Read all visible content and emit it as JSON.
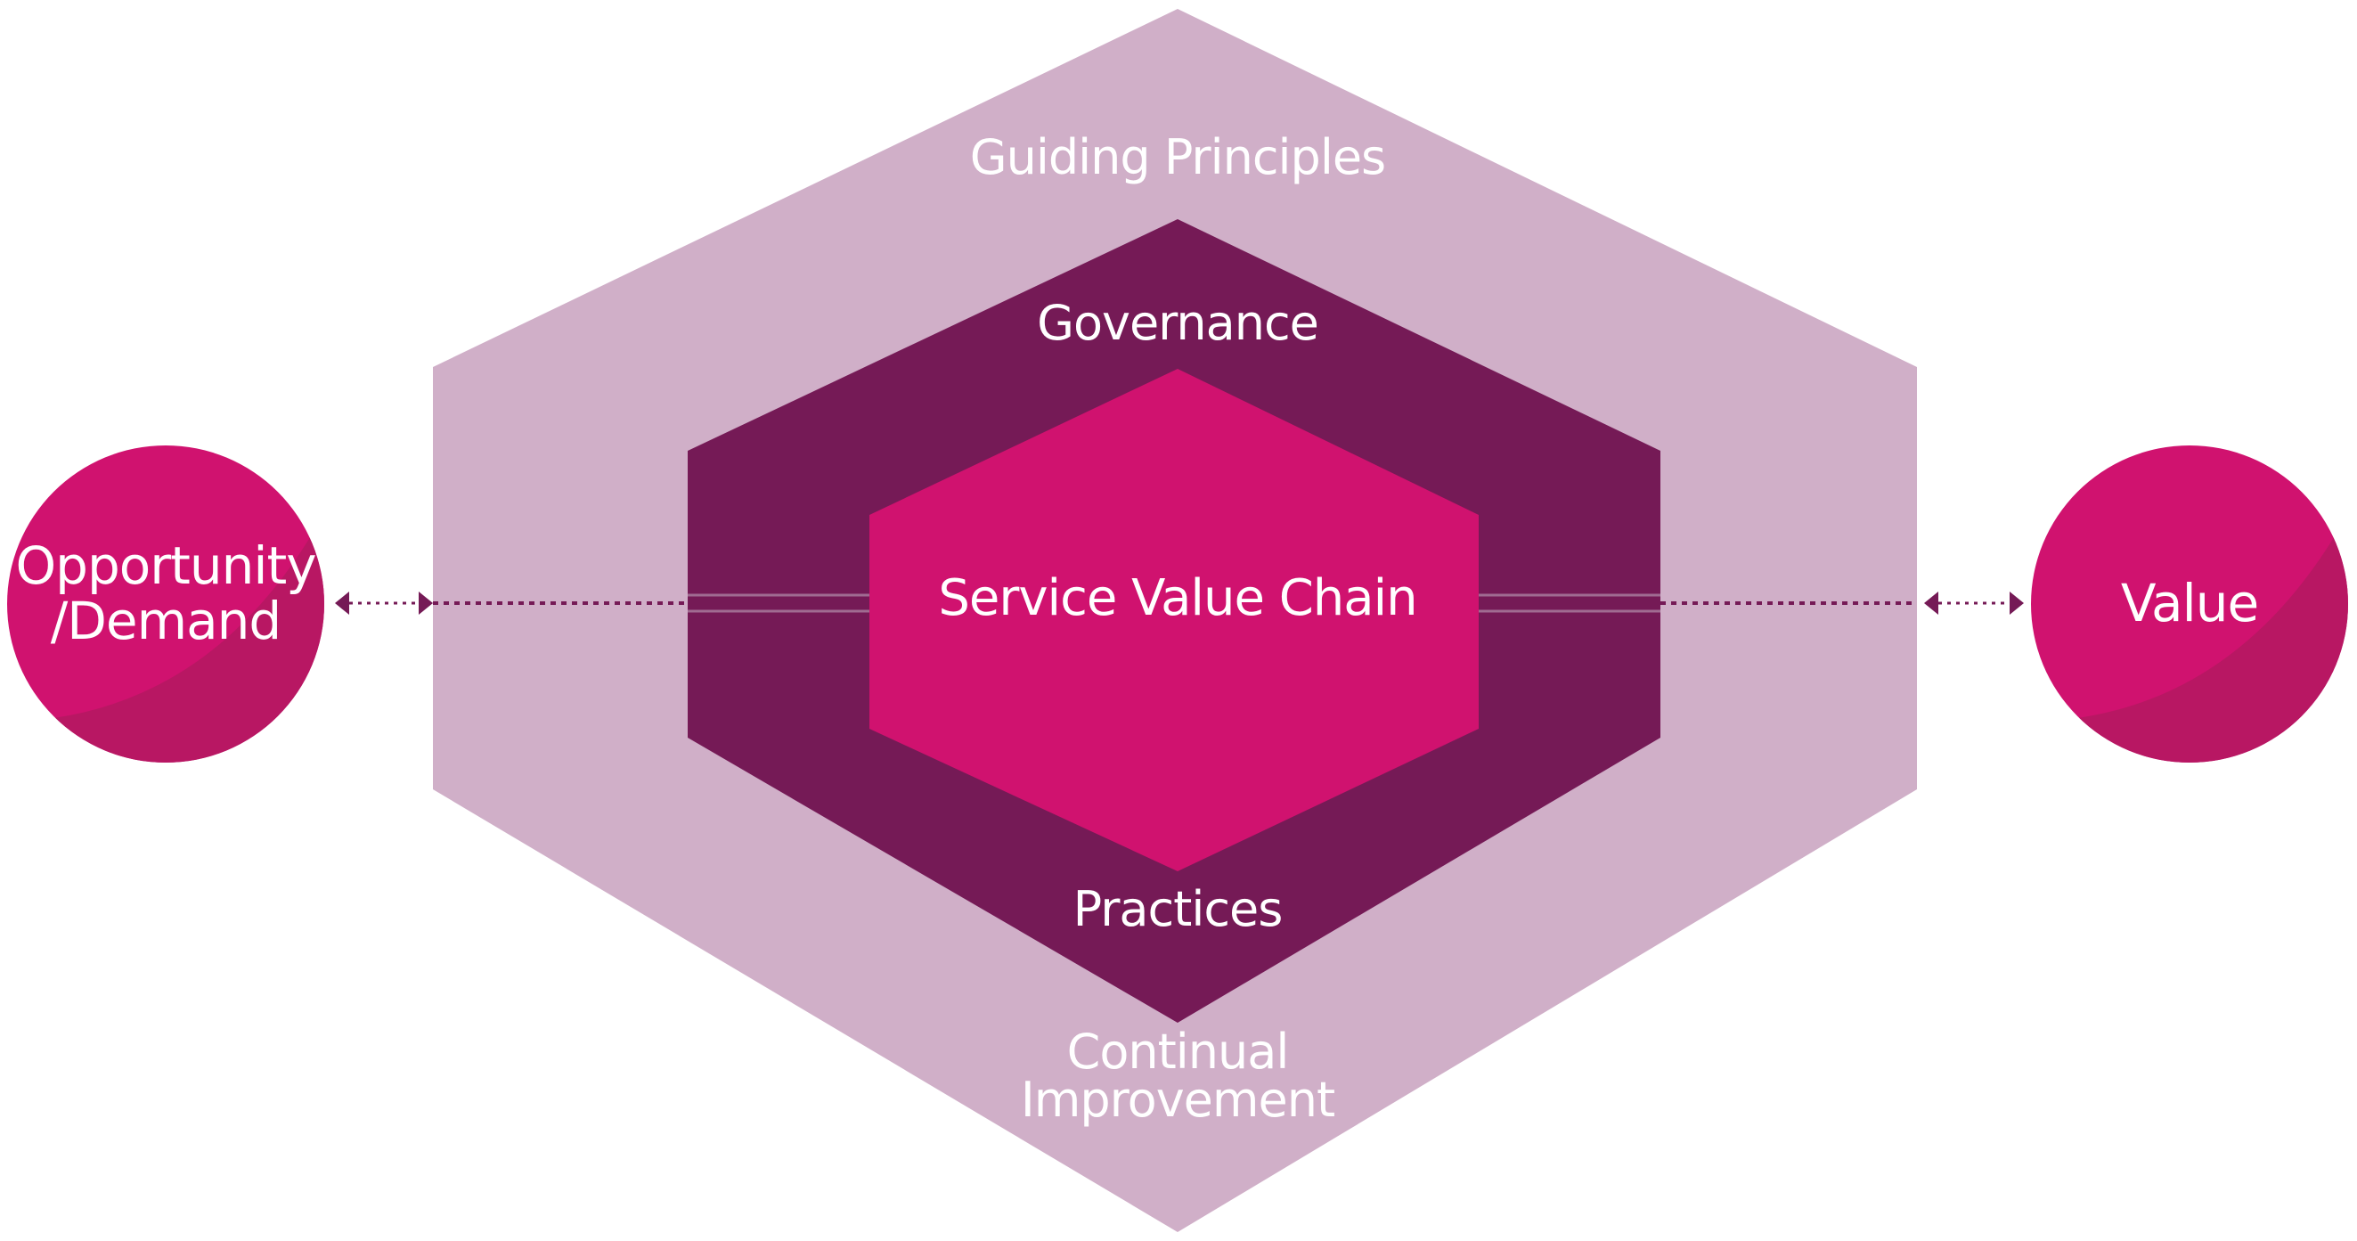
{
  "diagram": {
    "outer_layer": {
      "top_label": "Guiding Principles",
      "bottom_label_line1": "Continual",
      "bottom_label_line2": "Improvement"
    },
    "middle_layer": {
      "top_label": "Governance",
      "bottom_label": "Practices"
    },
    "core": {
      "label": "Service Value Chain"
    },
    "input": {
      "line1": "Opportunity",
      "line2": "/Demand"
    },
    "output": {
      "label": "Value"
    }
  },
  "colors": {
    "outer_hexagon": "#d0afc8",
    "middle_hexagon": "#751a56",
    "core_hexagon": "#d0126f",
    "circle": "#d0126f",
    "circle_shade": "#b81763",
    "connector": "#751a56",
    "label": "#ffffff"
  },
  "icons": {
    "input_arrows": "double-arrow-dotted-icon",
    "output_arrows": "double-arrow-dotted-icon"
  }
}
